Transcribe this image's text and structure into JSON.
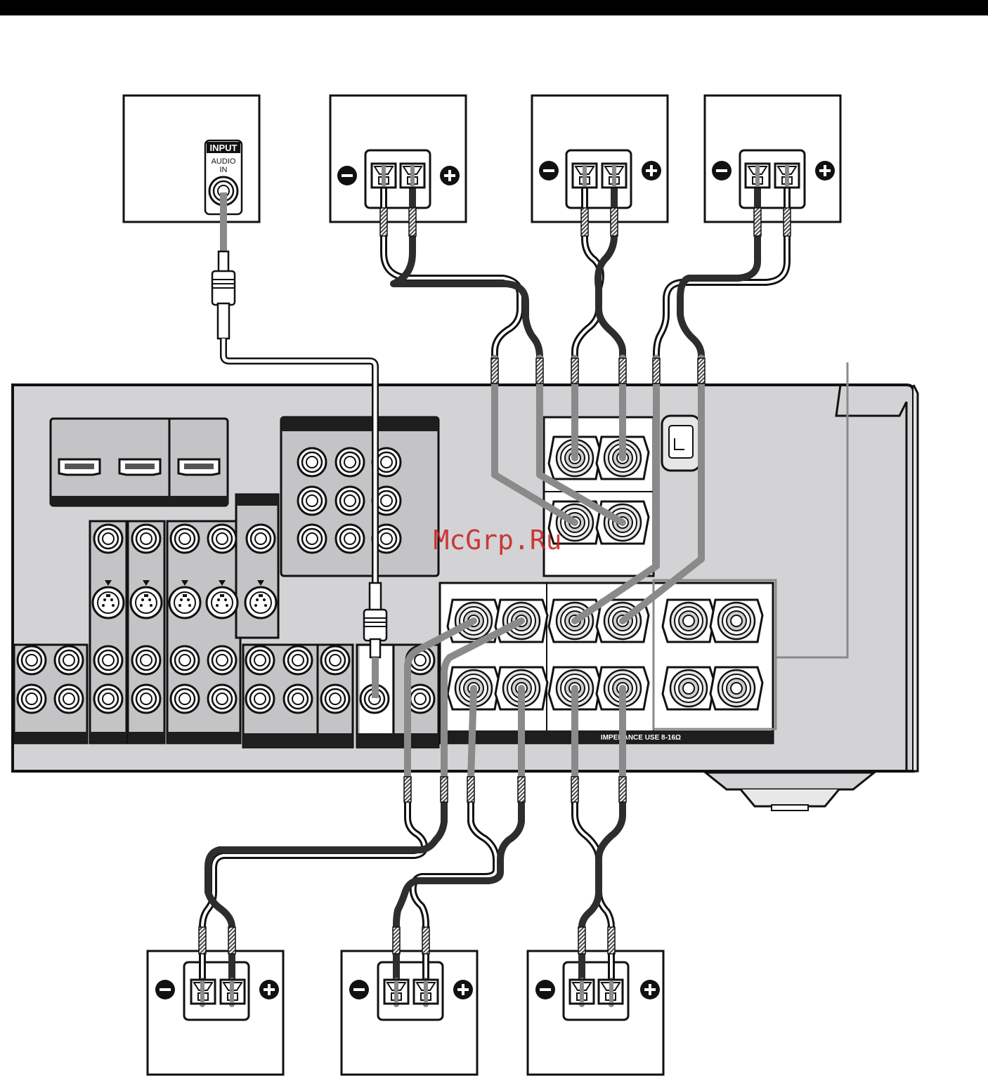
{
  "subwoofer": {
    "input_label": "INPUT",
    "audio_in_label_line1": "AUDIO",
    "audio_in_label_line2": "IN"
  },
  "speaker_terminals": {
    "minus_symbol": "−",
    "plus_symbol": "+"
  },
  "receiver": {
    "impedance_label": "IMPEDANCE USE 8-16Ω",
    "watermark": "McGrp.Ru"
  },
  "colors": {
    "panel": "#d3d3d5",
    "label_bar": "#1e1e1e",
    "cable_gray": "#8a8a8a",
    "wire_dark": "#2d2d2d",
    "watermark": "#c81e1e"
  }
}
